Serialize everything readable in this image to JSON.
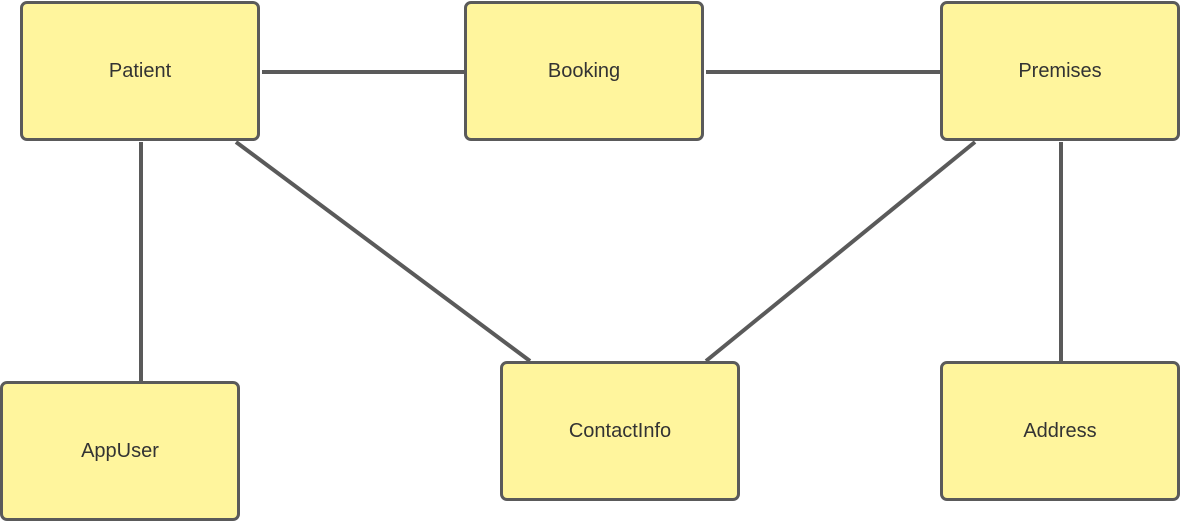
{
  "diagram": {
    "entities": {
      "patient": {
        "label": "Patient"
      },
      "booking": {
        "label": "Booking"
      },
      "premises": {
        "label": "Premises"
      },
      "appuser": {
        "label": "AppUser"
      },
      "contactinfo": {
        "label": "ContactInfo"
      },
      "address": {
        "label": "Address"
      }
    },
    "relationships": [
      {
        "from": "Patient",
        "to": "Booking"
      },
      {
        "from": "Booking",
        "to": "Premises"
      },
      {
        "from": "Patient",
        "to": "AppUser"
      },
      {
        "from": "Patient",
        "to": "ContactInfo"
      },
      {
        "from": "Premises",
        "to": "ContactInfo"
      },
      {
        "from": "Premises",
        "to": "Address"
      }
    ],
    "colors": {
      "box_fill": "#fff59d",
      "box_border": "#5a5a5a",
      "connector": "#5a5a5a",
      "text": "#333333"
    }
  }
}
